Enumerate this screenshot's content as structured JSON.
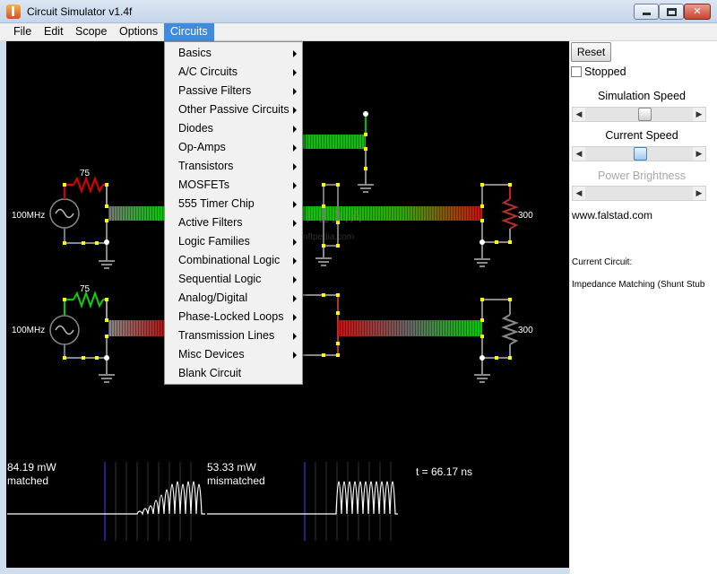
{
  "window": {
    "title": "Circuit Simulator v1.4f",
    "icon": "java-icon",
    "controls": {
      "minimize": "minimize-icon",
      "maximize": "maximize-icon",
      "close": "close-icon"
    }
  },
  "menubar": {
    "items": [
      "File",
      "Edit",
      "Scope",
      "Options",
      "Circuits"
    ],
    "active": "Circuits"
  },
  "circuits_menu": {
    "items": [
      {
        "label": "Basics",
        "submenu": true
      },
      {
        "label": "A/C Circuits",
        "submenu": true
      },
      {
        "label": "Passive Filters",
        "submenu": true
      },
      {
        "label": "Other Passive Circuits",
        "submenu": true
      },
      {
        "label": "Diodes",
        "submenu": true
      },
      {
        "label": "Op-Amps",
        "submenu": true
      },
      {
        "label": "Transistors",
        "submenu": true
      },
      {
        "label": "MOSFETs",
        "submenu": true
      },
      {
        "label": "555 Timer Chip",
        "submenu": true
      },
      {
        "label": "Active Filters",
        "submenu": true
      },
      {
        "label": "Logic Families",
        "submenu": true
      },
      {
        "label": "Combinational Logic",
        "submenu": true
      },
      {
        "label": "Sequential Logic",
        "submenu": true
      },
      {
        "label": "Analog/Digital",
        "submenu": true
      },
      {
        "label": "Phase-Locked Loops",
        "submenu": true
      },
      {
        "label": "Transmission Lines",
        "submenu": true
      },
      {
        "label": "Misc Devices",
        "submenu": true
      },
      {
        "label": "Blank Circuit",
        "submenu": false
      }
    ]
  },
  "circuit": {
    "upper": {
      "resistor_label": "75",
      "source_label": "100MHz",
      "load_label": "300"
    },
    "lower": {
      "resistor_label": "75",
      "source_label": "100MHz",
      "load_label": "300"
    }
  },
  "scopes": [
    {
      "value": "84.19 mW",
      "label": "matched",
      "peak_levels": [
        0.05,
        0.1,
        0.15,
        0.25,
        0.35,
        0.45,
        0.55,
        0.6,
        0.55,
        0.6,
        0.6,
        0.55
      ]
    },
    {
      "value": "53.33 mW",
      "label": "mismatched",
      "peak_levels": [
        0.6,
        0.6,
        0.6,
        0.6,
        0.6,
        0.6,
        0.6,
        0.6,
        0.6,
        0.6,
        0.6
      ]
    }
  ],
  "time": "t = 66.17 ns",
  "watermark": {
    "main": "SOFTPEDIA",
    "url": "www.softpedia.com"
  },
  "panel": {
    "reset_label": "Reset",
    "stopped_label": "Stopped",
    "stopped_checked": false,
    "sim_speed_label": "Simulation Speed",
    "sim_speed_level": 0.55,
    "current_speed_label": "Current Speed",
    "current_speed_level": 0.5,
    "power_brightness_label": "Power Brightness",
    "power_brightness_enabled": false,
    "website": "www.falstad.com",
    "current_circuit_heading": "Current Circuit:",
    "current_circuit_name": "Impedance Matching (Shunt Stub"
  },
  "colors": {
    "wire_positive": "#00dd00",
    "wire_negative": "#dd1010",
    "wire_neutral": "#808080",
    "node": "#ffff00",
    "scope_trace": "#ffffff",
    "scope_marker": "#4040ff",
    "menu_highlight": "#3d8ce0"
  }
}
